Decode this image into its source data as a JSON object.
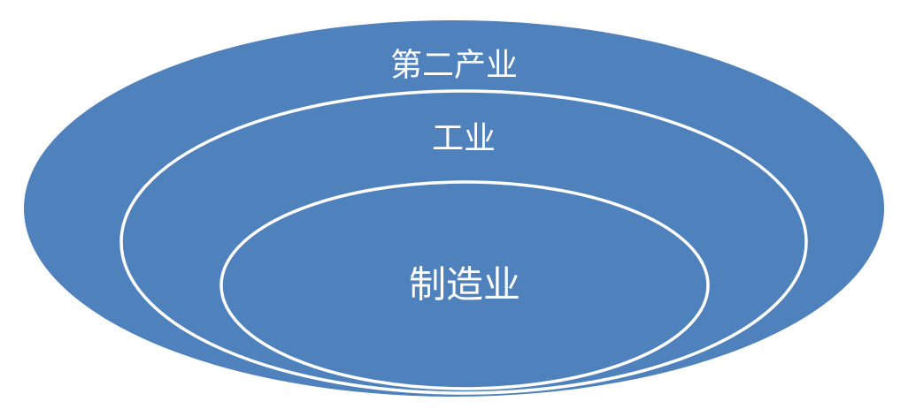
{
  "diagram": {
    "type": "nested-ellipses",
    "fill_color": "#4F81BD",
    "stroke_color": "#FFFFFF",
    "levels": [
      {
        "label": "第二产业"
      },
      {
        "label": "工业"
      },
      {
        "label": "制造业"
      }
    ]
  }
}
